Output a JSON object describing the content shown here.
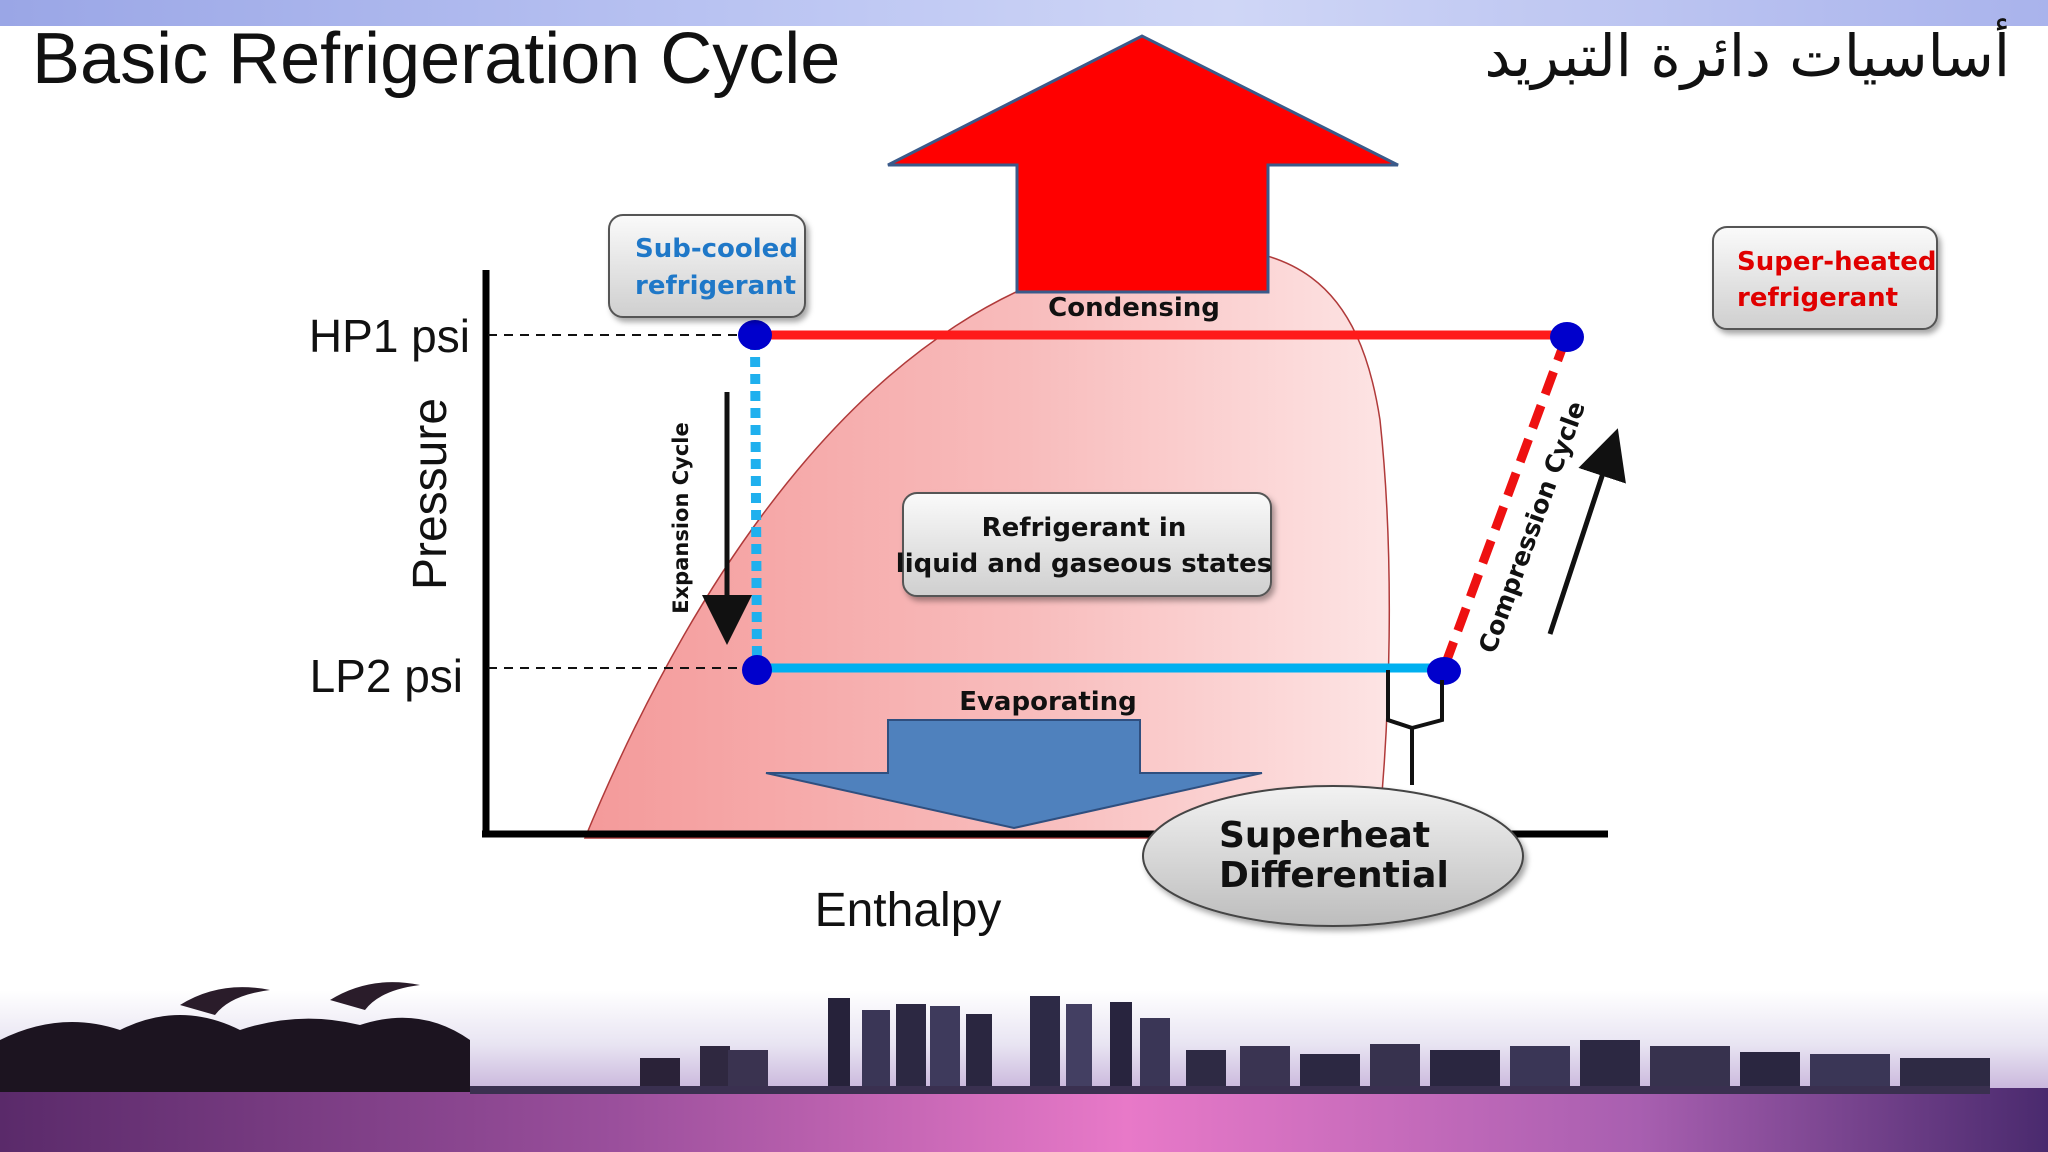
{
  "slide": {
    "title_en": "Basic Refrigeration Cycle",
    "title_ar": "أساسيات دائرة التبريد"
  },
  "diagram": {
    "x_axis_label": "Enthalpy",
    "y_axis_label": "Pressure",
    "high_pressure_label": "HP1 psi",
    "low_pressure_label": "LP2 psi",
    "condensing_label": "Condensing",
    "evaporating_label": "Evaporating",
    "expansion_label": "Expansion Cycle",
    "compression_label": "Compression Cycle",
    "subcooled_box": [
      "Sub-cooled",
      "refrigerant"
    ],
    "superheated_box": [
      "Super-heated",
      "refrigerant"
    ],
    "mixture_box": [
      "Refrigerant in",
      "liquid and gaseous states"
    ],
    "superheat_ellipse": [
      "Superheat",
      "Differential"
    ]
  },
  "colors": {
    "condensing_line": "#ff1a1a",
    "evaporating_line": "#00b0f0",
    "expansion_line": "#1fb0ee",
    "compression_line": "#ee1111",
    "state_points": "#0000cc",
    "heat_rejection_arrow": "#ff0000",
    "heat_absorption_arrow": "#4f81bd",
    "dome_fill": "#f6a6a6",
    "subcooled_text": "#1f78c8",
    "superheated_text": "#e00000"
  }
}
